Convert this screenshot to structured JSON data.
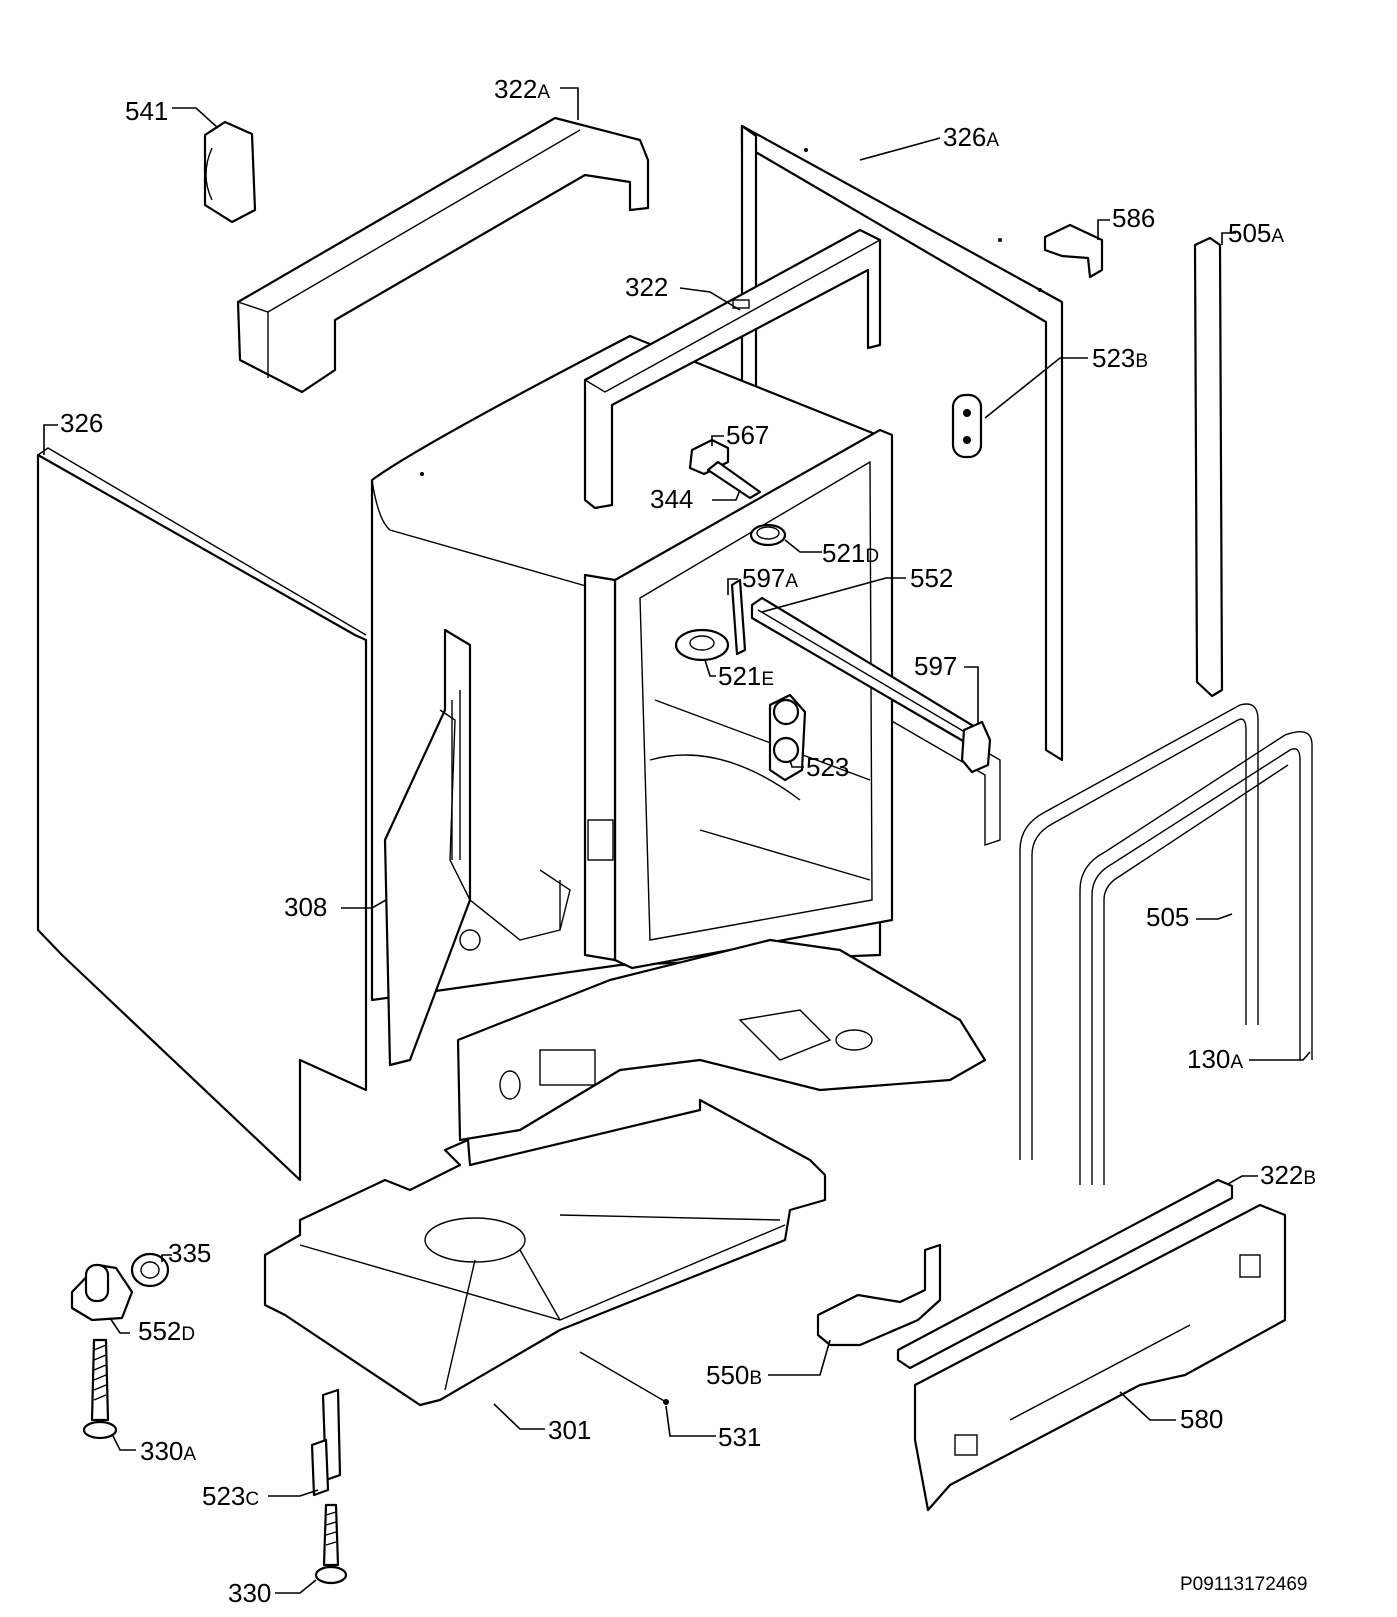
{
  "diagram": {
    "drawing_code": "P09113172469",
    "labels": {
      "p541": {
        "num": "541",
        "sfx": ""
      },
      "p322a": {
        "num": "322",
        "sfx": "A"
      },
      "p326a": {
        "num": "326",
        "sfx": "A"
      },
      "p586": {
        "num": "586",
        "sfx": ""
      },
      "p505a": {
        "num": "505",
        "sfx": "A"
      },
      "p322": {
        "num": "322",
        "sfx": ""
      },
      "p523b": {
        "num": "523",
        "sfx": "B"
      },
      "p326": {
        "num": "326",
        "sfx": ""
      },
      "p567": {
        "num": "567",
        "sfx": ""
      },
      "p344": {
        "num": "344",
        "sfx": ""
      },
      "p521d": {
        "num": "521",
        "sfx": "D"
      },
      "p597a": {
        "num": "597",
        "sfx": "A"
      },
      "p552": {
        "num": "552",
        "sfx": ""
      },
      "p597": {
        "num": "597",
        "sfx": ""
      },
      "p521e": {
        "num": "521",
        "sfx": "E"
      },
      "p523": {
        "num": "523",
        "sfx": ""
      },
      "p308": {
        "num": "308",
        "sfx": ""
      },
      "p505": {
        "num": "505",
        "sfx": ""
      },
      "p130a": {
        "num": "130",
        "sfx": "A"
      },
      "p322b": {
        "num": "322",
        "sfx": "B"
      },
      "p335": {
        "num": "335",
        "sfx": ""
      },
      "p552d": {
        "num": "552",
        "sfx": "D"
      },
      "p550b": {
        "num": "550",
        "sfx": "B"
      },
      "p580": {
        "num": "580",
        "sfx": ""
      },
      "p301": {
        "num": "301",
        "sfx": ""
      },
      "p531": {
        "num": "531",
        "sfx": ""
      },
      "p330a": {
        "num": "330",
        "sfx": "A"
      },
      "p523c": {
        "num": "523",
        "sfx": "C"
      },
      "p330": {
        "num": "330",
        "sfx": ""
      }
    }
  }
}
